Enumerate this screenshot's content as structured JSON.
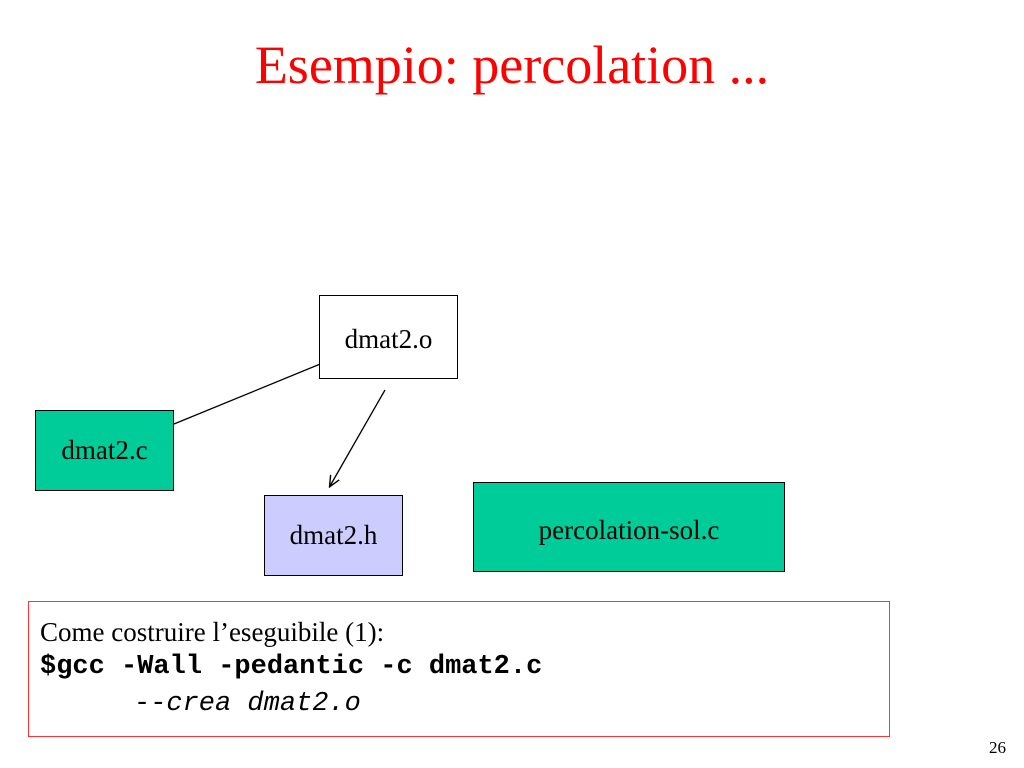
{
  "slide": {
    "title": "Esempio: percolation ...",
    "page_number": "26"
  },
  "nodes": {
    "object": {
      "label": "dmat2.o",
      "fill": "#ffffff"
    },
    "source": {
      "label": "dmat2.c",
      "fill": "#00cc99"
    },
    "header": {
      "label": "dmat2.h",
      "fill": "#ccccff"
    },
    "solution": {
      "label": "percolation-sol.c",
      "fill": "#00cc99"
    }
  },
  "note": {
    "line1": "Come costruire l’eseguibile (1):",
    "command": "$gcc -Wall -pedantic -c dmat2.c",
    "comment": "--crea dmat2.o",
    "border_color": "#ff3333"
  },
  "colors": {
    "title": "#ff0000",
    "text": "#000000",
    "background": "#ffffff"
  }
}
